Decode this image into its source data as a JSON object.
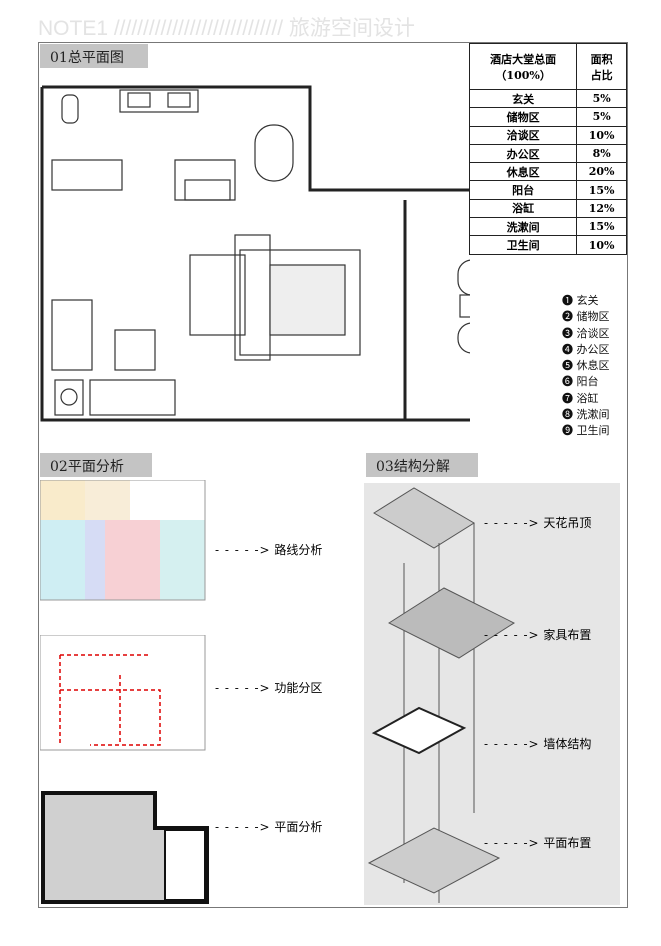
{
  "header": {
    "title": "NOTE1 ///////////////////////////// 旅游空间设计"
  },
  "section1": {
    "label": "01总平面图",
    "table": {
      "head": [
        "酒店大堂总面\n（100%）",
        "面积\n占比"
      ],
      "rows": [
        [
          "玄关",
          "5%"
        ],
        [
          "储物区",
          "5%"
        ],
        [
          "洽谈区",
          "10%"
        ],
        [
          "办公区",
          "8%"
        ],
        [
          "休息区",
          "20%"
        ],
        [
          "阳台",
          "15%"
        ],
        [
          "浴缸",
          "12%"
        ],
        [
          "洗漱间",
          "15%"
        ],
        [
          "卫生间",
          "10%"
        ]
      ]
    },
    "legend": [
      "❶ 玄关",
      "❷ 储物区",
      "❸ 洽谈区",
      "❹ 办公区",
      "❺ 休息区",
      "❻ 阳台",
      "❼ 浴缸",
      "❽ 洗漱间",
      "❾ 卫生间"
    ]
  },
  "section2": {
    "label": "02平面分析",
    "items": [
      "路线分析",
      "功能分区",
      "平面分析"
    ],
    "arrow": "- - - - ->"
  },
  "section3": {
    "label": "03结构分解",
    "items": [
      "天花吊顶",
      "家具布置",
      "墙体结构",
      "平面布置"
    ],
    "arrow": "- - - - ->"
  }
}
